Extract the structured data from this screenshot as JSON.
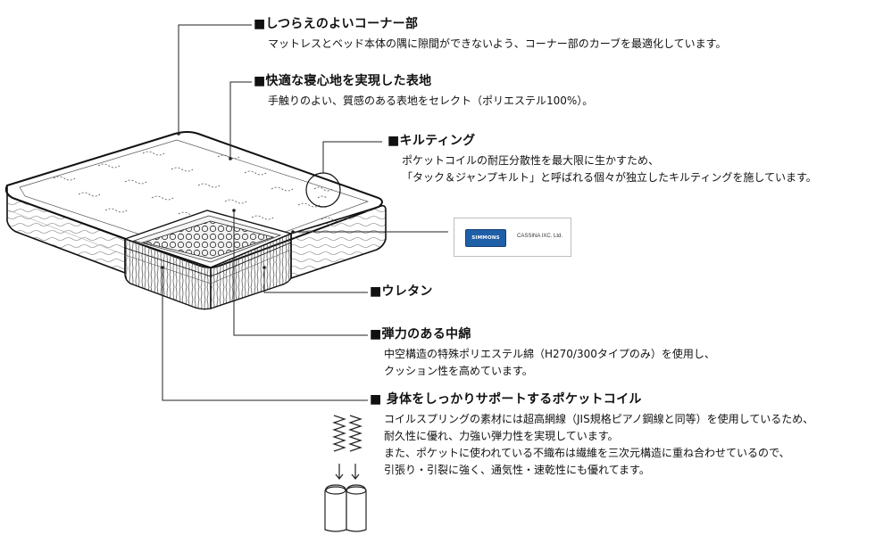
{
  "features": [
    {
      "title": "■しつらえのよいコーナー部",
      "lines": [
        "マットレスとベッド本体の隅に隙間ができないよう、コーナー部のカーブを最適化しています。"
      ]
    },
    {
      "title": "■快適な寝心地を実現した表地",
      "lines": [
        "手触りのよい、質感のある表地をセレクト（ポリエステル100%）。"
      ]
    },
    {
      "title": "■キルティング",
      "lines": [
        "ポケットコイルの耐圧分散性を最大限に生かすため、",
        "「タック＆ジャンプキルト」と呼ばれる個々が独立したキルティングを施しています。"
      ]
    },
    {
      "title": "■ウレタン",
      "lines": []
    },
    {
      "title": "■弾力のある中綿",
      "lines": [
        "中空構造の特殊ポリエステル綿（H270/300タイプのみ）を使用し、",
        "クッション性を高めています。"
      ]
    },
    {
      "title": "■ 身体をしっかりサポートするポケットコイル",
      "lines": [
        "コイルスプリングの素材には超高網線（JIS規格ピアノ鋼線と同等）を使用しているため、",
        "耐久性に優れ、力強い弾力性を実現しています。",
        "また、ポケットに使われている不織布は繊維を三次元構造に重ね合わせているので、",
        "引張り・引裂に強く、通気性・速乾性にも優れてます。"
      ]
    }
  ],
  "brand_badge": {
    "logo_text": "SIMMONS",
    "text": "CASSINA IXC. Ltd."
  }
}
